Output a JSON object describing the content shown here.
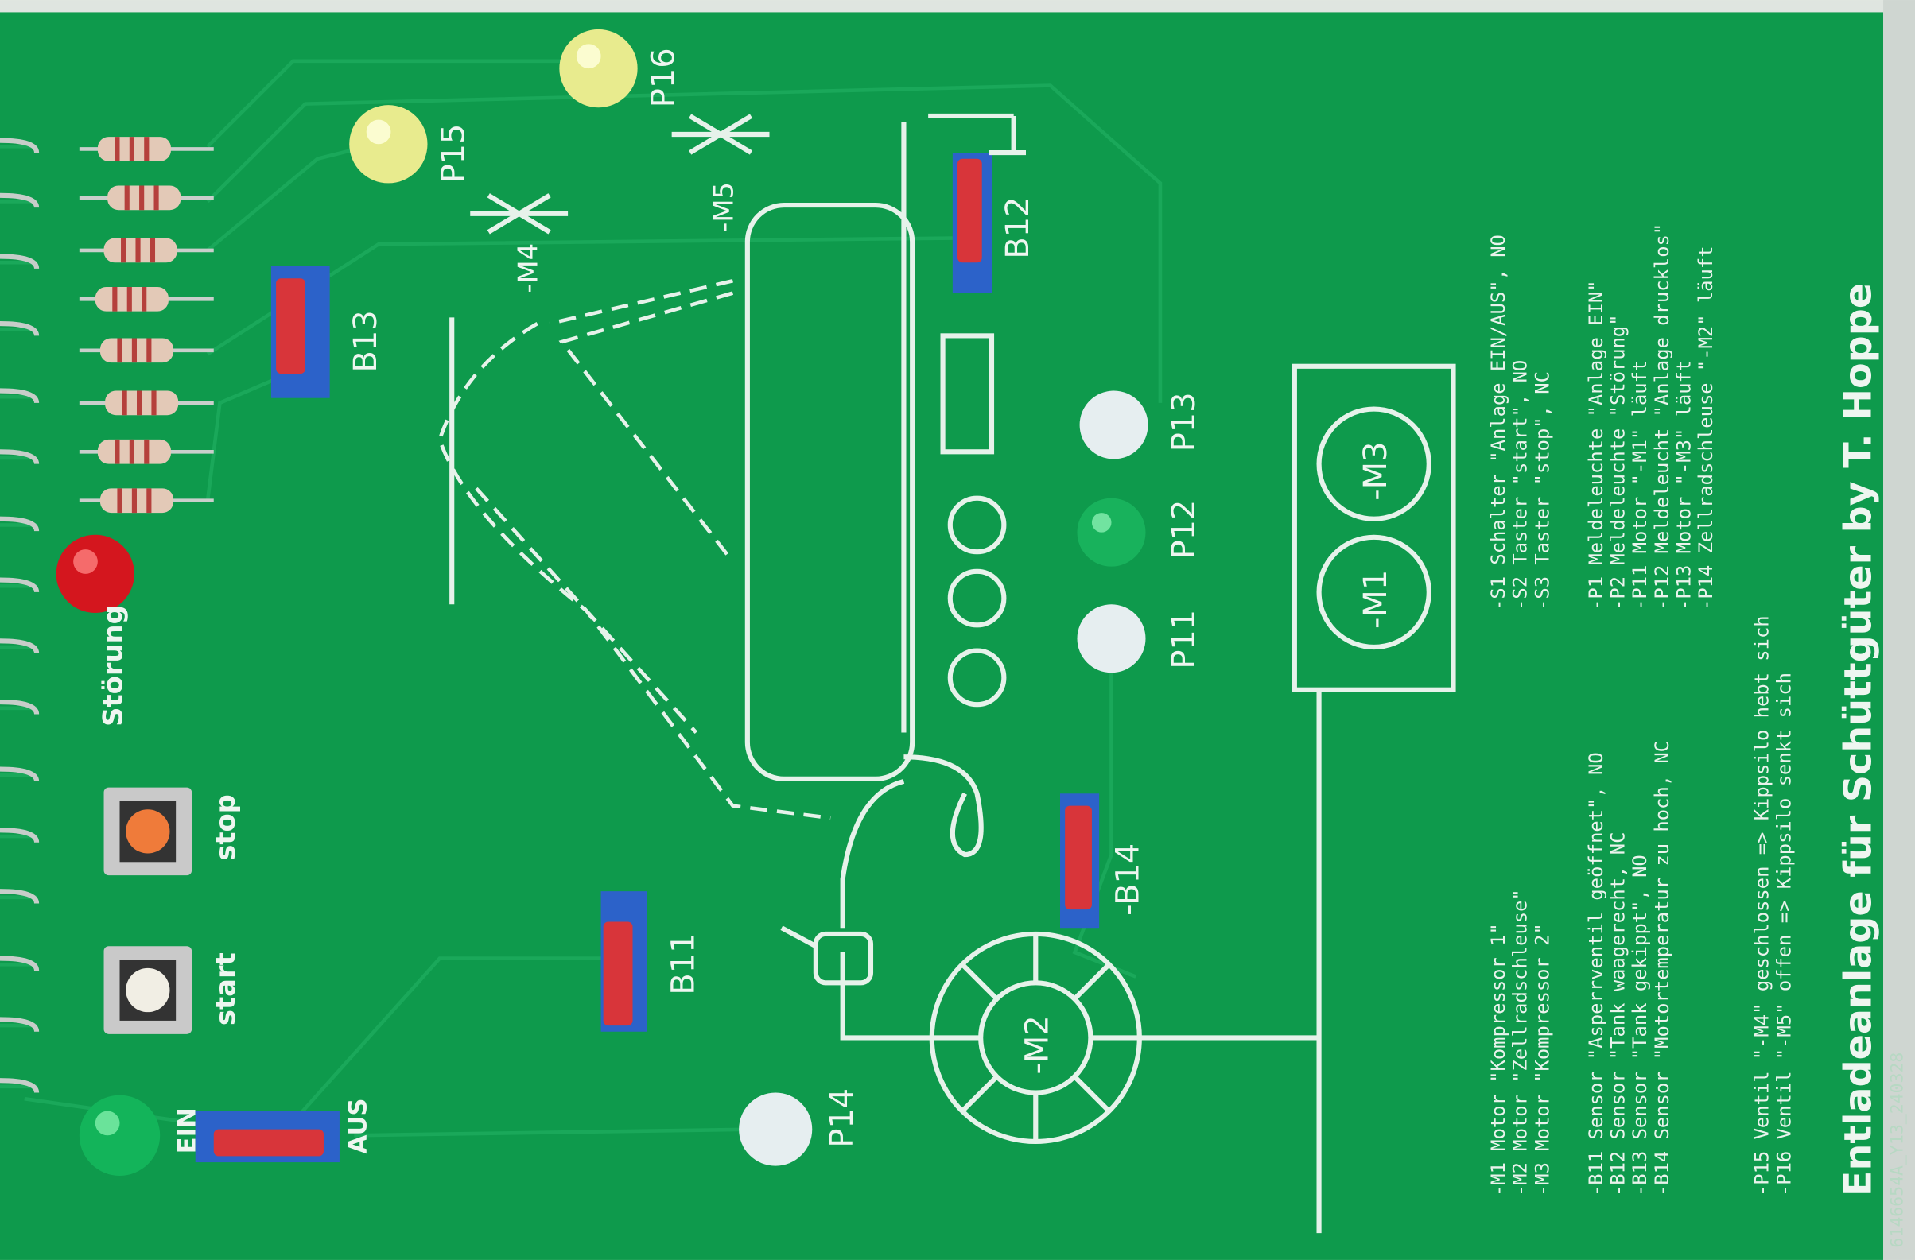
{
  "board": {
    "title": "Entladeanlage für Schüttgüter by T. Hoppe",
    "code": "6146654A_Y13_240328",
    "colors": {
      "pcb": "#0e9a4c",
      "silk": "#e9f3ec",
      "trace": "#1aa85a"
    }
  },
  "legend": {
    "switches": [
      "-S1 Schalter \"Anlage EIN/AUS\", NO",
      "-S2 Taster \"start\", NO",
      "-S3 Taster \"stop\", NC"
    ],
    "lamps": [
      "-P1 Meldeleuchte \"Anlage EIN\"",
      "-P2 Meldeleuchte \"Störung\"",
      "-P11 Motor \"-M1\" läuft",
      "-P12 Meldeleucht \"Anlage drucklos\"",
      "-P13 Motor \"-M3\" läuft",
      "-P14 Zellradschleuse \"-M2\" läuft"
    ],
    "motors": [
      "-M1 Motor \"Kompressor 1\"",
      "-M2 Motor \"Zellradschleuse\"",
      "-M3 Motor \"Kompressor 2\""
    ],
    "sensors": [
      "-B11 Sensor \"Asperrventil geöffnet\", NO",
      "-B12 Sensor \"Tank waagerecht, NC",
      "-B13 Sensor \"Tank gekippt\", NO",
      "-B14 Sensor \"Motortemperatur zu hoch, NC"
    ],
    "valves": [
      "-P15 Ventil \"-M4\" geschlossen => Kippsilo hebt sich",
      "-P16 Ventil \"-M5\" offen => Kippsilo senkt sich"
    ]
  },
  "labels": {
    "stoerung": "Störung",
    "stop": "stop",
    "start": "start",
    "ein": "EIN",
    "aus": "AUS",
    "b11": "B11",
    "b12": "B12",
    "b13": "B13",
    "b14": "-B14",
    "p11": "P11",
    "p12": "P12",
    "p13": "P13",
    "p14": "P14",
    "p15": "P15",
    "p16": "P16",
    "m1": "-M1",
    "m2": "-M2",
    "m3": "-M3",
    "m4": "-M4",
    "m5": "-M5"
  }
}
